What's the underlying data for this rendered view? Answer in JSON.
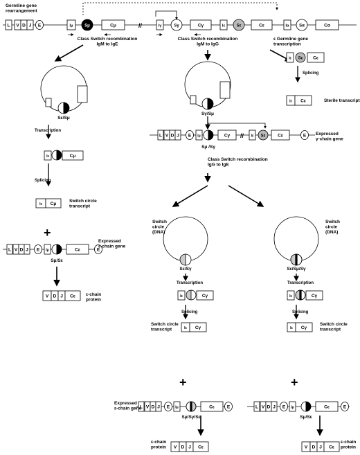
{
  "labels": {
    "germline_title": "Germline gene\nrearrangement",
    "csr_ige": "Class Switch recombination\nIgM to IgE",
    "csr_igg": "Class Switch recombination\nIgM to IgG",
    "eps_germline": "ε Germline gene\ntranscription",
    "transcription": "Transcription",
    "splicing": "Splicing",
    "switch_circle_transcript": "Switch circle\ntranscript",
    "sterile_transcript": "Sterile transcript",
    "expressed_eps": "Expressed\nε-chain gene",
    "expressed_gamma": "Expressed\nγ-chain gene",
    "csr_igg_ige": "Class Switch recombination\nIgG  to IgE",
    "switch_circle_dna": "Switch\ncircle\n(DNA)",
    "eps_protein": "ε-chain\nprotein",
    "plus": "+"
  },
  "segments": {
    "L": "L",
    "V": "V",
    "D": "D",
    "J": "J",
    "E": "E",
    "Imu": "Iμ",
    "Smu": "Sμ",
    "Cmu": "Cμ",
    "Igamma": "Iγ",
    "Sgamma": "Sγ",
    "Cgamma": "Cγ",
    "Ieps": "Iε",
    "Seps": "Sε",
    "Ceps": "Cε",
    "Ialpha": "Iα",
    "Salpha": "Sα",
    "Calpha": "Cα"
  },
  "junctions": {
    "se_smu": "Sε/Sμ",
    "sg_smu": "Sγ/Sμ",
    "smu_sg": "Sμ /Sγ",
    "smu_se": "Sμ/Sε",
    "se_sg": "Sε/Sγ",
    "se_smu_sg": "Sε/Sμ/Sγ",
    "smu_sg_se": "Sμ/Sγ/Sε",
    "smu_se2": "Sμ/Sε"
  }
}
